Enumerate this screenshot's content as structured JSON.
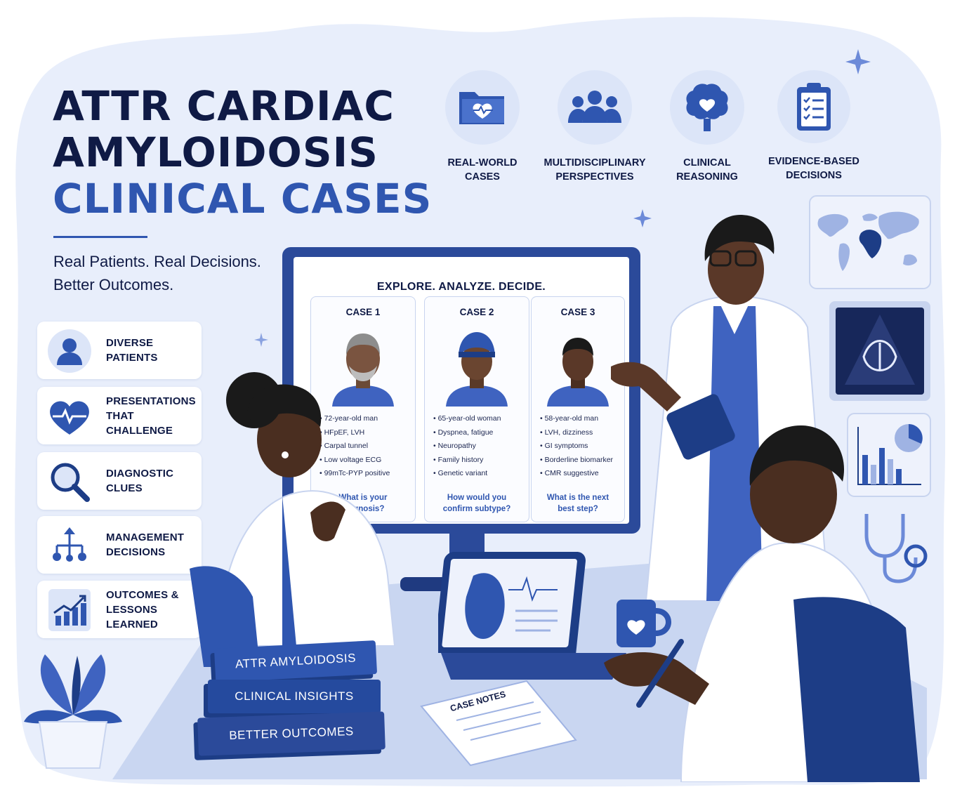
{
  "header": {
    "title_line1": "ATTR CARDIAC",
    "title_line2": "AMYLOIDOSIS",
    "title_line3": "CLINICAL CASES",
    "tagline_line1": "Real Patients. Real Decisions.",
    "tagline_line2": "Better Outcomes."
  },
  "top_features": [
    {
      "icon": "folder-heart-icon",
      "line1": "REAL-WORLD",
      "line2": "CASES"
    },
    {
      "icon": "people-group-icon",
      "line1": "MULTIDISCIPLINARY",
      "line2": "PERSPECTIVES"
    },
    {
      "icon": "brain-heart-icon",
      "line1": "CLINICAL",
      "line2": "REASONING"
    },
    {
      "icon": "clipboard-checklist-icon",
      "line1": "EVIDENCE-BASED",
      "line2": "DECISIONS"
    }
  ],
  "side_features": [
    {
      "icon": "person-icon",
      "line1": "DIVERSE",
      "line2": "PATIENTS"
    },
    {
      "icon": "heart-pulse-icon",
      "line1": "PRESENTATIONS",
      "line2": "THAT CHALLENGE"
    },
    {
      "icon": "magnifier-icon",
      "line1": "DIAGNOSTIC",
      "line2": "CLUES"
    },
    {
      "icon": "decision-tree-icon",
      "line1": "MANAGEMENT",
      "line2": "DECISIONS"
    },
    {
      "icon": "growth-chart-icon",
      "line1": "OUTCOMES &",
      "line2": "LESSONS LEARNED"
    }
  ],
  "screen": {
    "heading": "EXPLORE. ANALYZE. DECIDE.",
    "cases": [
      {
        "label": "CASE 1",
        "bullets": [
          "72-year-old man",
          "HFpEF, LVH",
          "Carpal tunnel",
          "Low voltage ECG",
          "99mTc-PYP positive"
        ],
        "q1": "What is your",
        "q2": "diagnosis?"
      },
      {
        "label": "CASE 2",
        "bullets": [
          "65-year-old woman",
          "Dyspnea, fatigue",
          "Neuropathy",
          "Family history",
          "Genetic variant"
        ],
        "q1": "How would you",
        "q2": "confirm subtype?"
      },
      {
        "label": "CASE 3",
        "bullets": [
          "58-year-old man",
          "LVH, dizziness",
          "GI symptoms",
          "Borderline biomarker",
          "CMR suggestive"
        ],
        "q1": "What is the next",
        "q2": "best step?"
      }
    ]
  },
  "books": [
    "ATTR AMYLOIDOSIS",
    "CLINICAL INSIGHTS",
    "BETTER OUTCOMES"
  ],
  "notebook": "CASE NOTES",
  "colors": {
    "navy": "#0f1a45",
    "accent": "#2f56b0",
    "light": "#e8eefb"
  }
}
